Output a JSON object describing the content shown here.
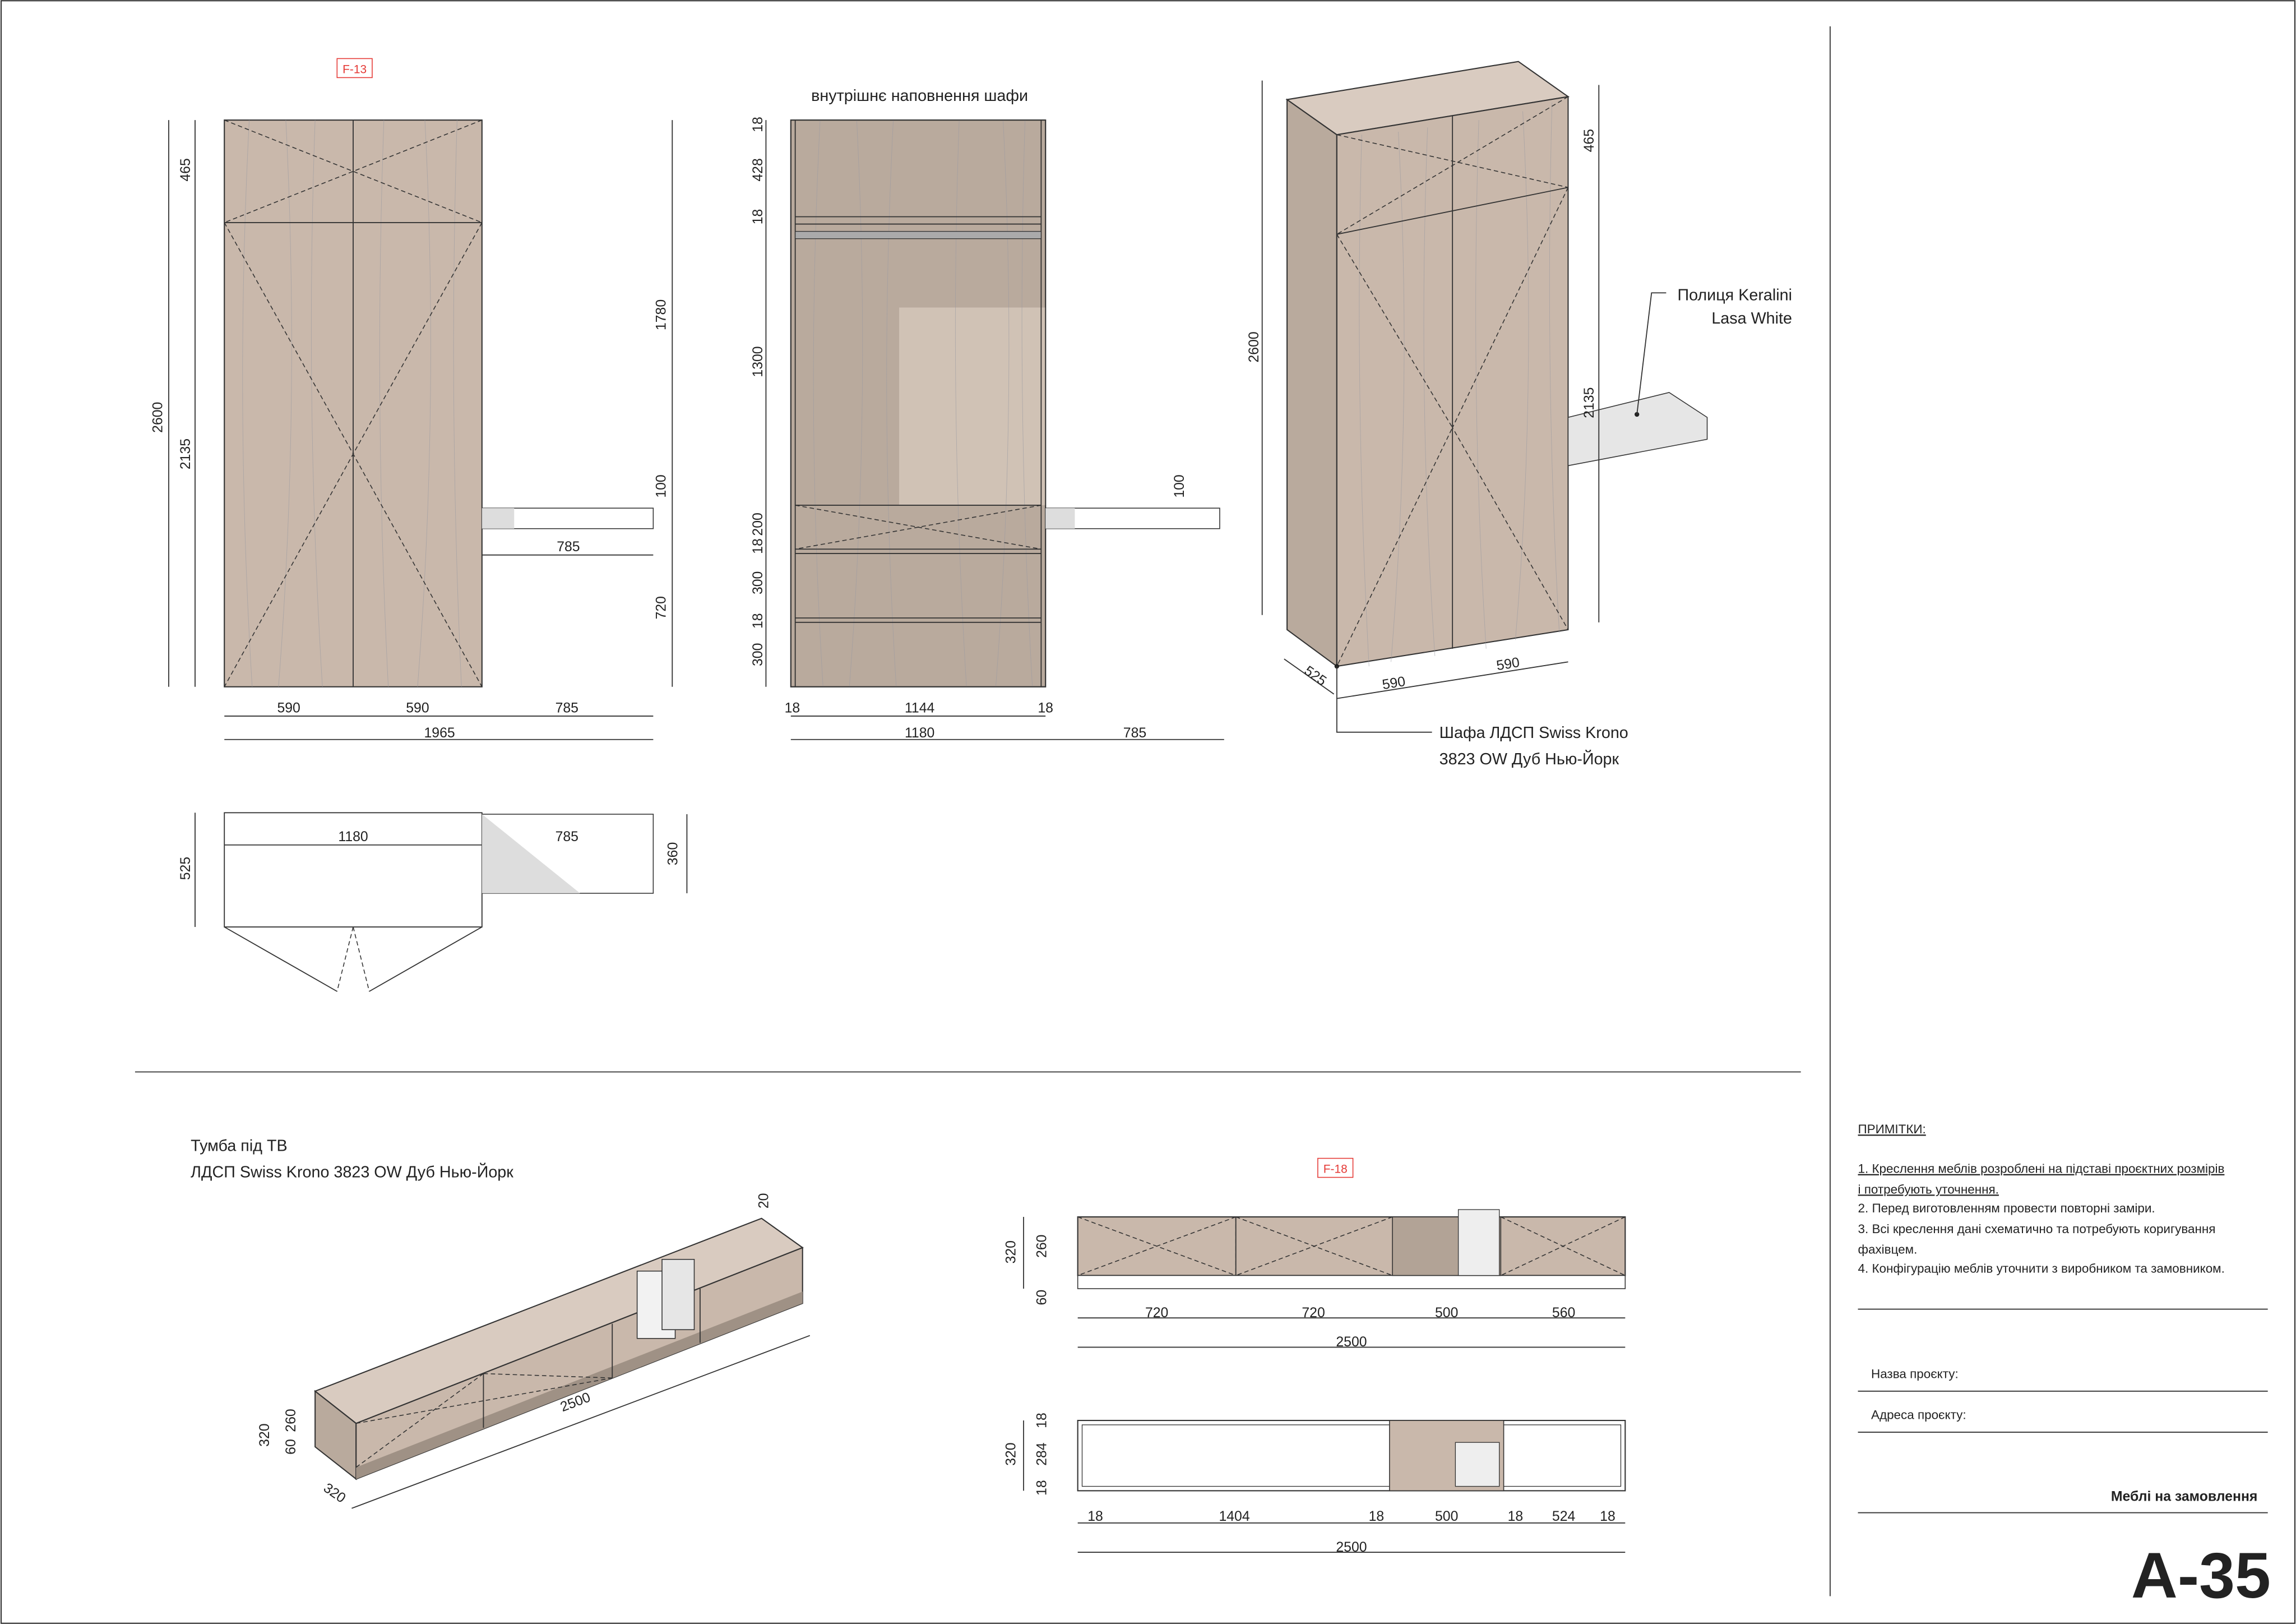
{
  "sheet": {
    "code": "A-35",
    "studio": "Меблі на замовлення",
    "accent_color": "#e53935",
    "wood_color": "#c9b8ab"
  },
  "notes": {
    "title": "ПРИМІТКИ:",
    "items": [
      "1. Креслення меблів розроблені на підставі проєктних розмірів",
      "і потребують уточнення.",
      "2. Перед виготовленням провести повторні заміри.",
      "3. Всі креслення дані схематично та потребують коригування",
      "фахівцем.",
      "4. Конфігурацію меблів уточнити з виробником та замовником."
    ]
  },
  "project": {
    "name_label": "Назва проєкту:",
    "address_label": "Адреса проєкту:"
  },
  "wardrobe": {
    "tag": "F-13",
    "inner_title": "внутрішнє наповнення шафи",
    "shelf_label": [
      "Полиця Keralini",
      "Lasa White"
    ],
    "material_label": [
      "Шафа ЛДСП Swiss Krono",
      "3823 OW Дуб Нью-Йорк"
    ],
    "front_dims": [
      "465",
      "2135",
      "2600",
      "1780",
      "100",
      "720",
      "785",
      "590",
      "590",
      "785",
      "1965"
    ],
    "inner_dims": [
      "18",
      "428",
      "18",
      "1300",
      "200",
      "18",
      "300",
      "18",
      "300",
      "100",
      "18",
      "1144",
      "18",
      "1180",
      "785"
    ],
    "iso_dims": [
      "465",
      "2600",
      "2135",
      "525",
      "590",
      "590"
    ],
    "plan_dims": [
      "1180",
      "785",
      "525",
      "360"
    ]
  },
  "tv_unit": {
    "title": [
      "Тумба під ТВ",
      "ЛДСП Swiss Krono 3823 OW Дуб Нью-Йорк"
    ],
    "tag": "F-18",
    "iso_dims": [
      "20",
      "320",
      "60",
      "260",
      "2500",
      "320"
    ],
    "front_dims": [
      "320",
      "260",
      "60",
      "720",
      "720",
      "500",
      "560",
      "2500"
    ],
    "plan_dims": [
      "18",
      "284",
      "18",
      "320",
      "18",
      "1404",
      "18",
      "500",
      "18",
      "524",
      "18",
      "2500"
    ]
  }
}
